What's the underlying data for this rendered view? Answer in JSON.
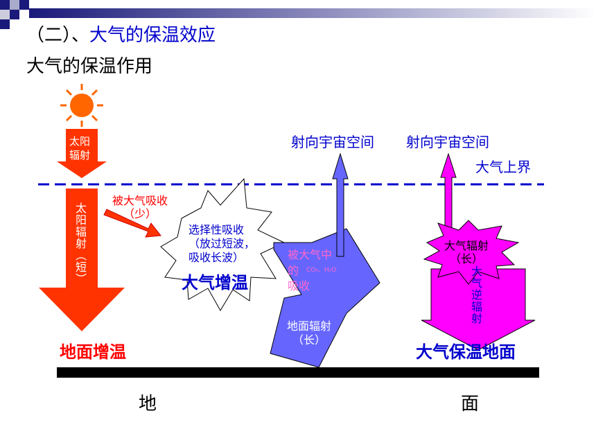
{
  "slide": {
    "title_prefix": "（二）、",
    "title_main": "大气的保温效应",
    "subtitle": "大气的保温作用"
  },
  "diagram": {
    "solar_arrow_label": "太阳\n辐射",
    "solar_radiation_short": "太阳辐射（短）",
    "absorbed_small": "被大气吸收\n（少）",
    "selective_absorption": "选择性吸收\n（放过短波，\n吸收长波）",
    "atmosphere_warming": "大气增温",
    "ground_warming": "地面增温",
    "space_left": "射向宇宙空间",
    "space_right": "射向宇宙空间",
    "atmosphere_top": "大气上界",
    "absorbed_by_gases_line1": "被大气中",
    "absorbed_by_gases_line2": "的",
    "absorbed_by_gases_gases": "CO₂、H₂O",
    "absorbed_by_gases_line3": "吸收",
    "ground_radiation": "地面辐射\n（长）",
    "atmos_radiation": "大气辐射\n（长）",
    "counter_radiation": "大气逆辐射",
    "keeps_ground_warm": "大气保温地面",
    "ground_char_left": "地",
    "ground_char_right": "面"
  },
  "colors": {
    "title_blue": "#0000cc",
    "red_orange": "#ff3300",
    "red_text": "#ff0000",
    "magenta": "#ff00ff",
    "violet_blue": "#6666ff",
    "sun": "#ff6600",
    "ground": "#000000"
  }
}
